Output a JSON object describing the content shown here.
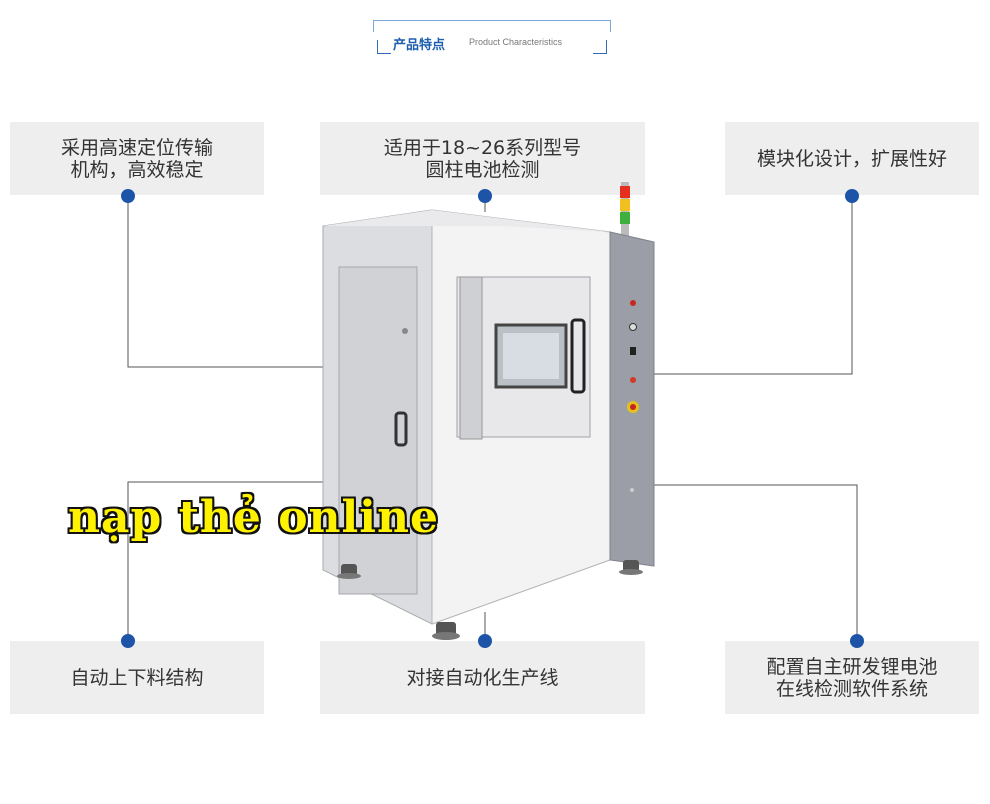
{
  "header": {
    "title_cn": "产品特点",
    "title_en": "Product Characteristics"
  },
  "features": {
    "top_left": {
      "line1": "采用高速定位传输",
      "line2": "机构，高效稳定"
    },
    "top_center": {
      "line1": "适用于18~26系列型号",
      "line2": "圆柱电池检测"
    },
    "top_right": {
      "line1": "模块化设计，扩展性好"
    },
    "bottom_left": {
      "line1": "自动上下料结构"
    },
    "bottom_center": {
      "line1": "对接自动化生产线"
    },
    "bottom_right": {
      "line1": "配置自主研发锂电池",
      "line2": "在线检测软件系统"
    }
  },
  "watermark": "nạp thẻ online",
  "colors": {
    "accent_blue": "#1f5fb0",
    "dot_blue": "#1d54a8",
    "box_gray": "#eeeeee",
    "watermark_yellow": "#fff200"
  }
}
